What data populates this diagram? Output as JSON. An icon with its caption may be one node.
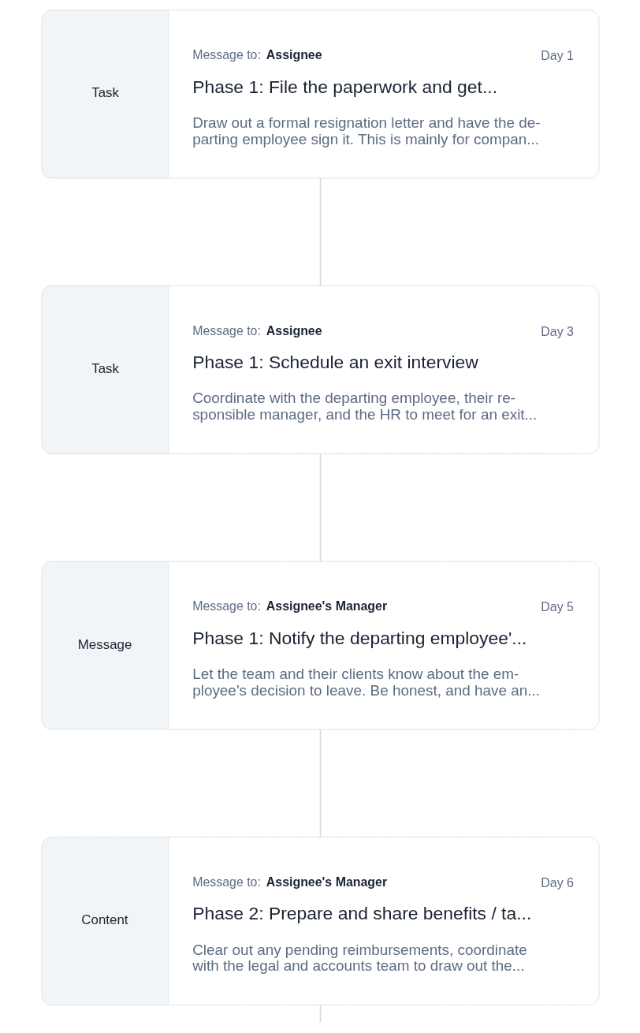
{
  "diagram": {
    "nodes": [
      {
        "text": [
          "Task",
          "Message to: **Assignee**",
          "Day 1",
          "Phase 1: File the paperwork and get...",
          "Draw out a formal resignation letter and have the de- parting employee sign it. This is mainly for compan..."
        ]
      },
      {
        "text": [
          "Task",
          "Message to: **Assignee**",
          "Day 3",
          "Phase 1: Schedule an exit interview",
          "Coordinate with the departing employee, their re- sponsible manager, and the HR to meet for an exit..."
        ]
      },
      {
        "text": [
          "Message",
          "Message to: **Assignee's Manager**",
          "Day 5",
          "Phase 1: Notify the departing employee'...",
          "Let the team and their clients know about the em- ployee's decision to leave. Be honest, and have an..."
        ]
      },
      {
        "text": [
          "Content",
          "Message to: **Assignee's Manager**",
          "Day 6",
          "Phase 2: Prepare and share benefits / ta...",
          "Clear out any pending reimbursements, coordinate with the legal and accounts team to draw out the..."
        ]
      }
    ],
    "edges": [
      {
        "from": 0,
        "to": 1,
        "arrow": "none"
      },
      {
        "from": 1,
        "to": 2,
        "arrow": "none"
      },
      {
        "from": 2,
        "to": 3,
        "arrow": "none"
      },
      {
        "from": 3,
        "to": null,
        "arrow": "none"
      }
    ]
  }
}
